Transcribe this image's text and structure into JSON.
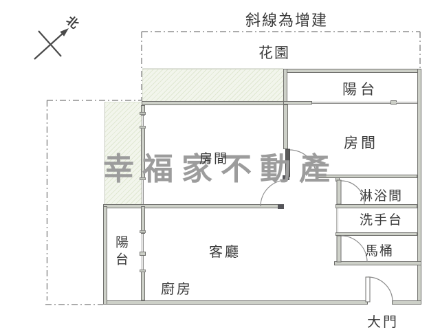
{
  "title": "斜線為增建",
  "compass": {
    "north": "北"
  },
  "areas": {
    "garden": "花園",
    "balcony_top": "陽台",
    "bedroom_right": "房間",
    "bedroom_center": "房間",
    "shower": "淋浴間",
    "washbasin": "洗手台",
    "toilet": "馬桶",
    "living_room": "客廳",
    "kitchen": "廚房",
    "balcony_left": "陽台",
    "main_door": "大門"
  },
  "watermark": "幸福家不動產",
  "colors": {
    "wall_fill": "#cdd0c8",
    "wall_edge": "#6f6f6c",
    "hatch_background": "#f2f5ec",
    "hatch_line": "#e0e8d2",
    "boundary_dash": "#8f8f8f",
    "text": "#3b3b3b",
    "watermark": "#9c9c9c"
  }
}
